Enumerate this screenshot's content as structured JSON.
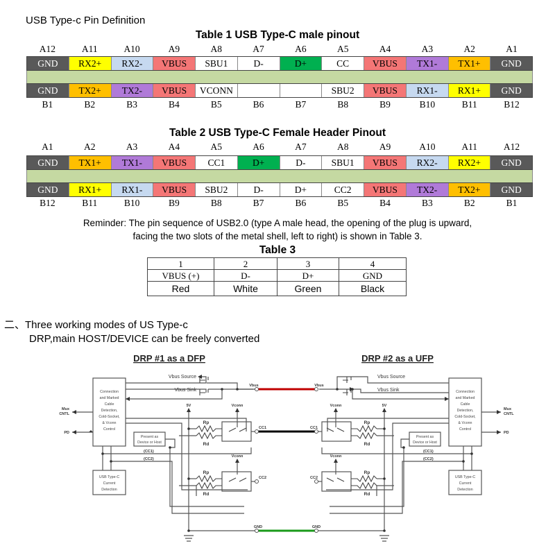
{
  "page_title": "USB Type-c Pin Definition",
  "table1": {
    "title": "Table 1 USB Type-C male pinout",
    "top_labels": [
      "A12",
      "A11",
      "A10",
      "A9",
      "A8",
      "A7",
      "A6",
      "A5",
      "A4",
      "A3",
      "A2",
      "A1"
    ],
    "top_pins": [
      {
        "signal": "GND",
        "color": "gnd"
      },
      {
        "signal": "RX2+",
        "color": "yel"
      },
      {
        "signal": "RX2-",
        "color": "lblue"
      },
      {
        "signal": "VBUS",
        "color": "red"
      },
      {
        "signal": "SBU1",
        "color": "white"
      },
      {
        "signal": "D-",
        "color": "white"
      },
      {
        "signal": "D+",
        "color": "green"
      },
      {
        "signal": "CC",
        "color": "white"
      },
      {
        "signal": "VBUS",
        "color": "red"
      },
      {
        "signal": "TX1-",
        "color": "purple"
      },
      {
        "signal": "TX1+",
        "color": "orange"
      },
      {
        "signal": "GND",
        "color": "gnd"
      }
    ],
    "bottom_pins": [
      {
        "signal": "GND",
        "color": "gnd"
      },
      {
        "signal": "TX2+",
        "color": "orange"
      },
      {
        "signal": "TX2-",
        "color": "purple"
      },
      {
        "signal": "VBUS",
        "color": "red"
      },
      {
        "signal": "VCONN",
        "color": "white"
      },
      {
        "signal": "",
        "color": "white"
      },
      {
        "signal": "",
        "color": "white"
      },
      {
        "signal": "SBU2",
        "color": "white"
      },
      {
        "signal": "VBUS",
        "color": "red"
      },
      {
        "signal": "RX1-",
        "color": "lblue"
      },
      {
        "signal": "RX1+",
        "color": "yel"
      },
      {
        "signal": "GND",
        "color": "gnd"
      }
    ],
    "bottom_labels": [
      "B1",
      "B2",
      "B3",
      "B4",
      "B5",
      "B6",
      "B7",
      "B8",
      "B9",
      "B10",
      "B11",
      "B12"
    ]
  },
  "table2": {
    "title": "Table 2 USB Type-C Female Header Pinout",
    "top_labels": [
      "A1",
      "A2",
      "A3",
      "A4",
      "A5",
      "A6",
      "A7",
      "A8",
      "A9",
      "A10",
      "A11",
      "A12"
    ],
    "top_pins": [
      {
        "signal": "GND",
        "color": "gnd"
      },
      {
        "signal": "TX1+",
        "color": "orange"
      },
      {
        "signal": "TX1-",
        "color": "purple"
      },
      {
        "signal": "VBUS",
        "color": "red"
      },
      {
        "signal": "CC1",
        "color": "white"
      },
      {
        "signal": "D+",
        "color": "green"
      },
      {
        "signal": "D-",
        "color": "white"
      },
      {
        "signal": "SBU1",
        "color": "white"
      },
      {
        "signal": "VBUS",
        "color": "red"
      },
      {
        "signal": "RX2-",
        "color": "lblue"
      },
      {
        "signal": "RX2+",
        "color": "yel"
      },
      {
        "signal": "GND",
        "color": "gnd"
      }
    ],
    "bottom_pins": [
      {
        "signal": "GND",
        "color": "gnd"
      },
      {
        "signal": "RX1+",
        "color": "yel"
      },
      {
        "signal": "RX1-",
        "color": "lblue"
      },
      {
        "signal": "VBUS",
        "color": "red"
      },
      {
        "signal": "SBU2",
        "color": "white"
      },
      {
        "signal": "D-",
        "color": "white"
      },
      {
        "signal": "D+",
        "color": "white"
      },
      {
        "signal": "CC2",
        "color": "white"
      },
      {
        "signal": "VBUS",
        "color": "red"
      },
      {
        "signal": "TX2-",
        "color": "purple"
      },
      {
        "signal": "TX2+",
        "color": "orange"
      },
      {
        "signal": "GND",
        "color": "gnd"
      }
    ],
    "bottom_labels": [
      "B12",
      "B11",
      "B10",
      "B9",
      "B8",
      "B7",
      "B6",
      "B5",
      "B4",
      "B3",
      "B2",
      "B1"
    ]
  },
  "colors": {
    "gnd": "#595959",
    "yel": "#ffff00",
    "lblue": "#c6d9f0",
    "red": "#f47676",
    "white": "#ffffff",
    "green": "#00b050",
    "purple": "#b07ad8",
    "orange": "#ffbf00",
    "band": "#c5d9a2",
    "vbus_wire": "#c00000",
    "cc_wire": "#000000",
    "gnd_wire": "#1a9a1a"
  },
  "reminder": {
    "line1": "Reminder: The pin sequence of USB2.0 (type A male head, the opening of the plug is upward,",
    "line2": "facing the two slots of the metal shell, left to right) is shown in Table 3."
  },
  "table3": {
    "title": "Table 3",
    "numbers": [
      "1",
      "2",
      "3",
      "4"
    ],
    "signals": [
      "VBUS (+)",
      "D-",
      "D+",
      "GND"
    ],
    "wire_colors": [
      "Red",
      "White",
      "Green",
      "Black"
    ]
  },
  "section2": {
    "heading": "二、Three working modes of US Type-c",
    "subheading": "DRP,main HOST/DEVICE can be freely converted"
  },
  "diagram": {
    "left_title": "DRP #1 as a DFP",
    "right_title": "DRP #2 as a UFP",
    "vbus_source": "Vbus Source",
    "vbus_sink": "Vbus Sink",
    "vbus": "Vbus",
    "gnd": "GND",
    "cc1": "CC1",
    "cc2": "CC2",
    "v5": "5V",
    "vconn": "Vconn",
    "rp": "Rp",
    "rd": "Rd",
    "cc1_bus": "(CC1)",
    "cc2_bus": "(CC2)",
    "mux_cntl_1": "Mux",
    "mux_cntl_2": "CNTL",
    "pd": "PD",
    "ctrl_lines": [
      "Connection",
      "and Marked",
      "Cable",
      "Detection,",
      "Cold-Socket,",
      "& Vconn",
      "Control"
    ],
    "present_lines": [
      "Present as",
      "Device or Host"
    ],
    "detect_lines": [
      "USB Type-C",
      "Current",
      "Detection"
    ]
  }
}
